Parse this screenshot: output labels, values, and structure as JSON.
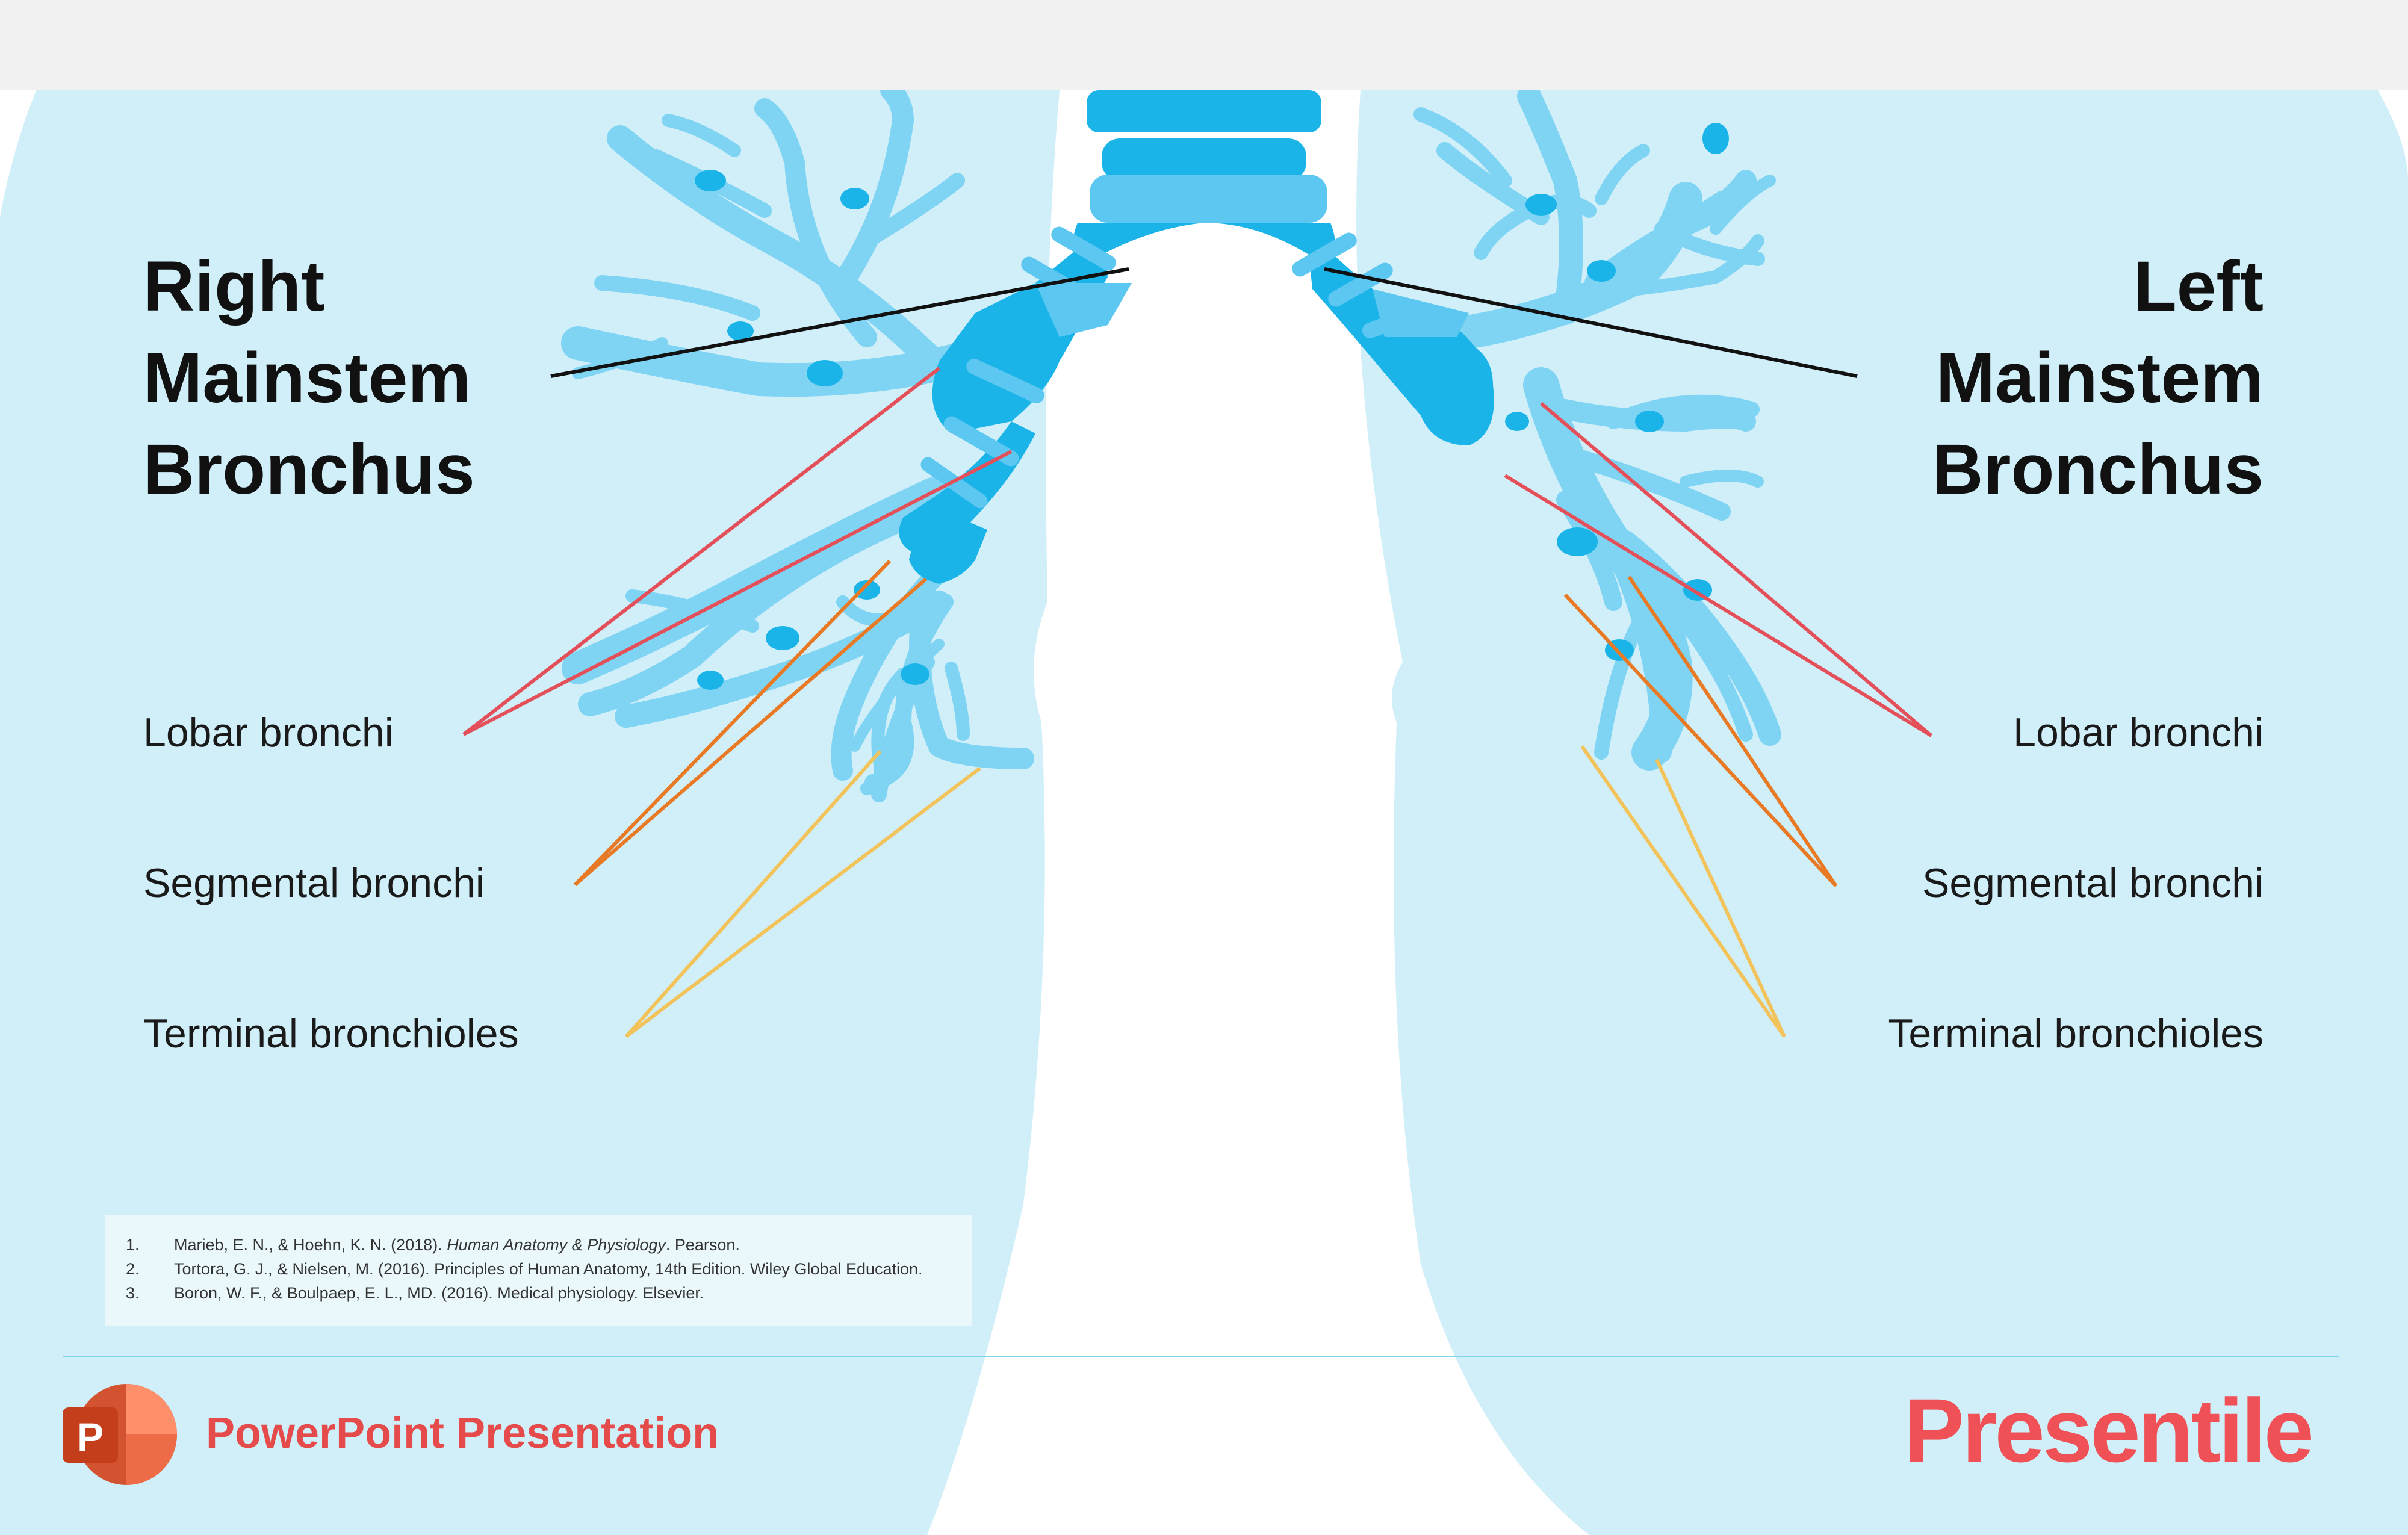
{
  "right_title": [
    "Right",
    "Mainstem",
    "Bronchus"
  ],
  "left_title": [
    "Left",
    "Mainstem",
    "Bronchus"
  ],
  "labels": {
    "lobar": "Lobar bronchi",
    "segmental": "Segmental bronchi",
    "terminal": "Terminal bronchioles"
  },
  "references": [
    {
      "num": "1.",
      "authors": "Marieb, E. N., & Hoehn, K. N. (2018). ",
      "title": "Human Anatomy & Physiology",
      "rest": ". Pearson."
    },
    {
      "num": "2.",
      "authors": "Tortora, G. J., & Nielsen, M. (2016). Principles of Human Anatomy, 14th Edition. Wiley Global Education.",
      "title": "",
      "rest": ""
    },
    {
      "num": "3.",
      "authors": "Boron, W. F., & Boulpaep, E. L., MD. (2016). Medical physiology. Elsevier.",
      "title": "",
      "rest": ""
    }
  ],
  "footer": {
    "app_name": "PowerPoint Presentation",
    "app_icon_letter": "P",
    "brand": "Presentile"
  },
  "colors": {
    "lung": "#d1eff9",
    "bronchi_light": "#7fd4f4",
    "bronchi_dark": "#1ab4e9",
    "mainstem_line": "#111111",
    "lobar_line": "#e4505a",
    "segmental_line": "#e87a26",
    "terminal_line": "#f2c35b",
    "brand": "#ef5156"
  }
}
